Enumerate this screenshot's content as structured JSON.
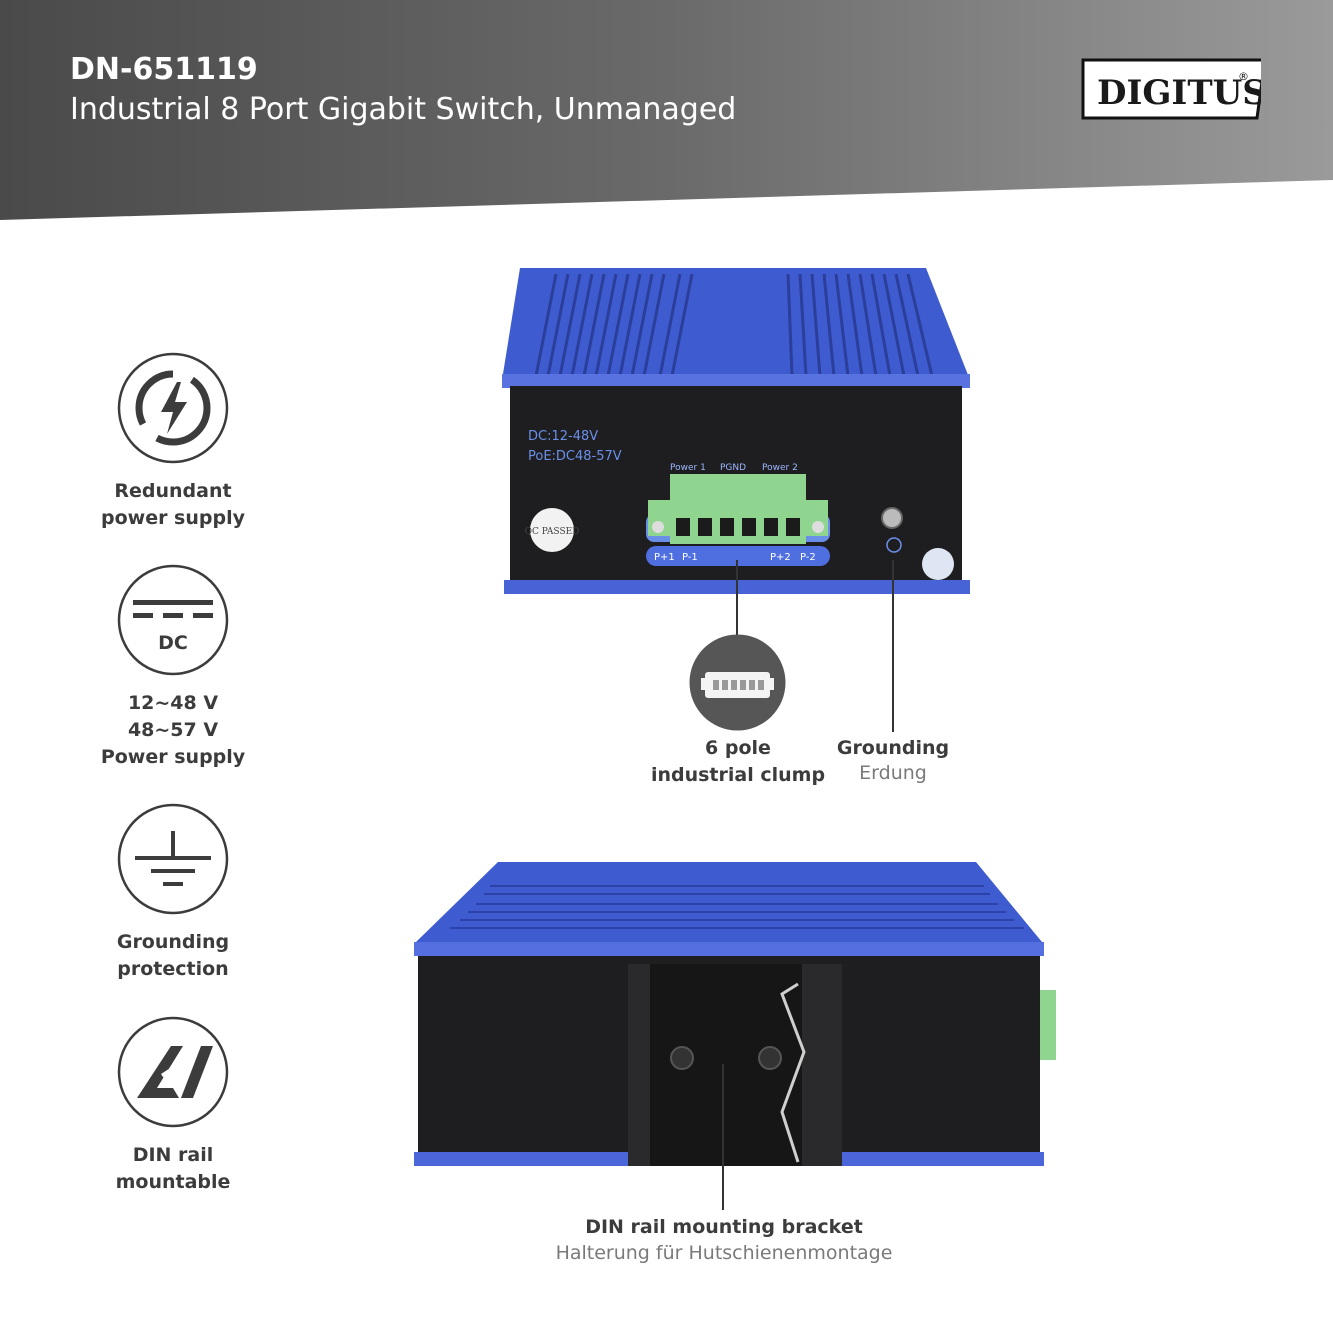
{
  "header": {
    "sku": "DN-651119",
    "title": "Industrial 8 Port Gigabit Switch, Unmanaged",
    "brand": "DIGITUS",
    "brand_mark": "®"
  },
  "features": [
    {
      "icon": "lightning-icon",
      "label": "Redundant\npower supply"
    },
    {
      "icon": "dc-icon",
      "icon_text": "DC",
      "label": "12~48 V\n48~57 V\nPower supply"
    },
    {
      "icon": "ground-icon",
      "label": "Grounding\nprotection"
    },
    {
      "icon": "din-rail-icon",
      "label": "DIN rail\nmountable"
    }
  ],
  "device_front": {
    "voltage_line1": "DC:12-48V",
    "voltage_line2": "PoE:DC48-57V",
    "terminal_labels_top": [
      "Power 1",
      "PGND",
      "Power 2"
    ],
    "terminal_labels_bottom": [
      "P+1",
      "P-1",
      "P+2",
      "P-2"
    ],
    "qc_sticker": "QC PASSED"
  },
  "callouts": {
    "clump": "6 pole\nindustrial clump",
    "grounding": "Grounding",
    "grounding_de": "Erdung",
    "din_bracket": "DIN rail mounting bracket",
    "din_bracket_de": "Halterung für Hutschienenmontage"
  },
  "colors": {
    "housing_blue": "#3f5bd0",
    "panel_black": "#1e1e20",
    "terminal_green": "#8fd48f",
    "label_text": "#3c3c3c"
  }
}
